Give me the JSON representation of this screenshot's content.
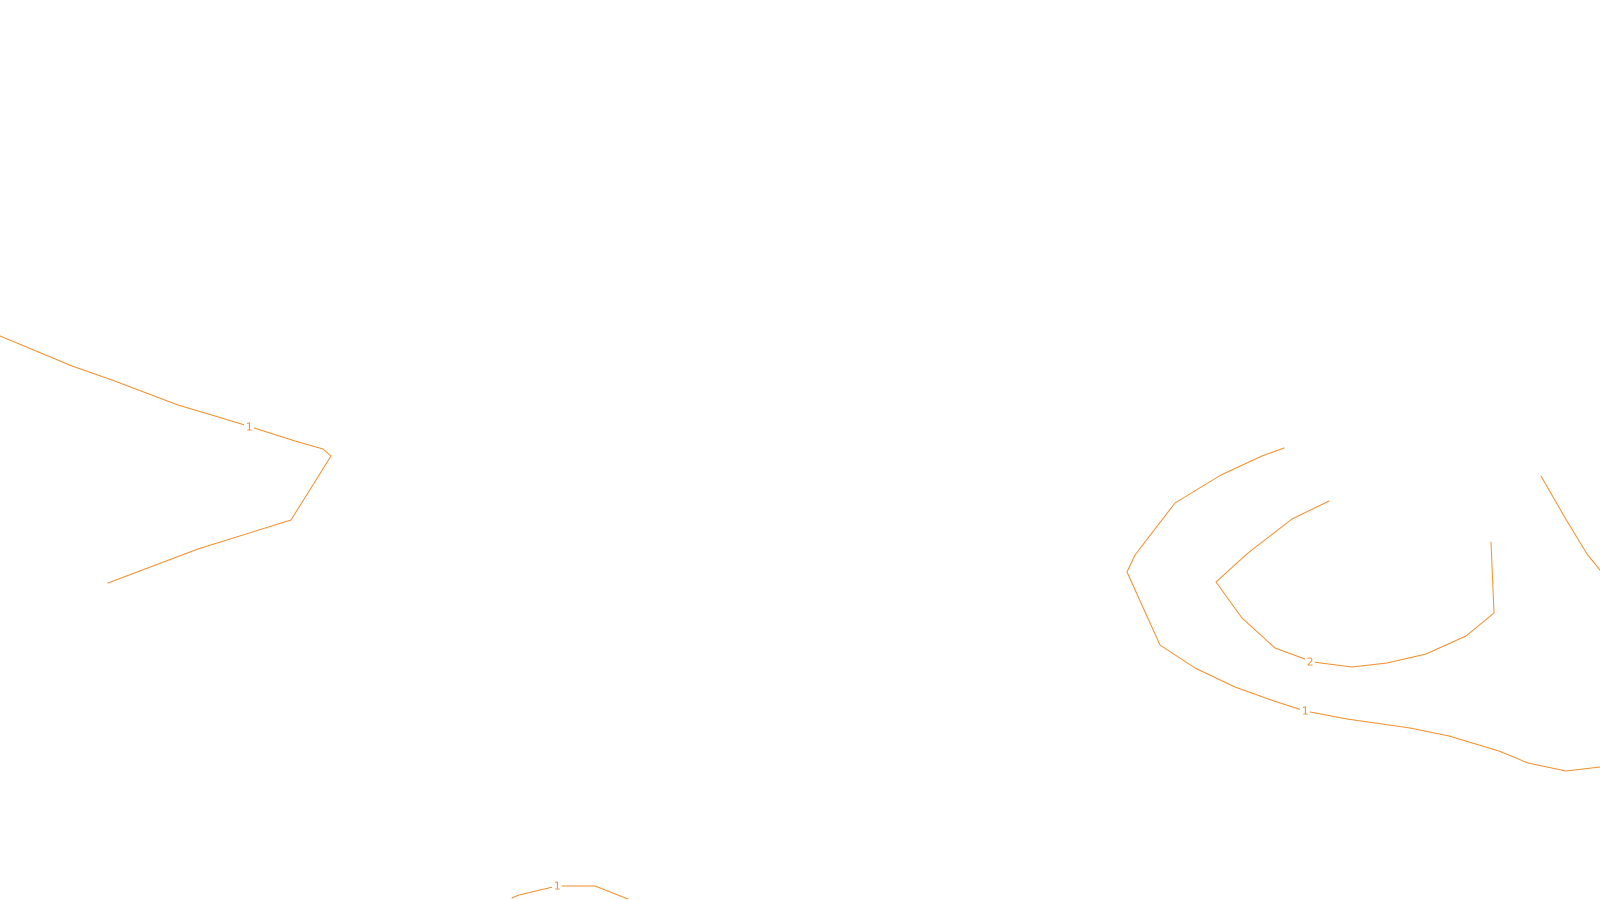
{
  "map": {
    "background": "#ffffff",
    "contour_color": "#f28e2b",
    "contours": [
      {
        "level": "1"
      },
      {
        "level": "1"
      },
      {
        "level": "2"
      },
      {
        "level": "1"
      }
    ]
  }
}
